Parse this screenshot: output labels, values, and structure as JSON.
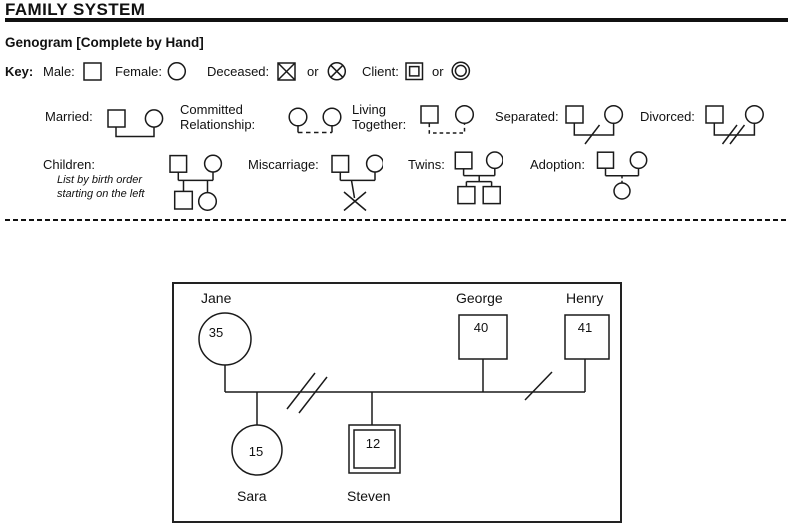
{
  "header": {
    "title": "FAMILY SYSTEM",
    "subtitle": "Genogram [Complete by Hand]"
  },
  "key": {
    "label": "Key:",
    "male": "Male:",
    "female": "Female:",
    "deceased": "Deceased:",
    "deceased_or": "or",
    "client": "Client:",
    "client_or": "or"
  },
  "legend_relationships": {
    "married": "Married:",
    "committed_line1": "Committed",
    "committed_line2": "Relationship:",
    "living_line1": "Living",
    "living_line2": "Together:",
    "separated": "Separated:",
    "divorced": "Divorced:"
  },
  "legend_children": {
    "children": "Children:",
    "children_note1": "List by birth order",
    "children_note2": "starting on the left",
    "miscarriage": "Miscarriage:",
    "twins": "Twins:",
    "adoption": "Adoption:"
  },
  "genogram": {
    "jane": {
      "name": "Jane",
      "age": "35"
    },
    "george": {
      "name": "George",
      "age": "40"
    },
    "henry": {
      "name": "Henry",
      "age": "41"
    },
    "sara": {
      "name": "Sara",
      "age": "15"
    },
    "steven": {
      "name": "Steven",
      "age": "12"
    }
  },
  "colors": {
    "ink": "#1a1a1a",
    "paper": "#ffffff"
  }
}
